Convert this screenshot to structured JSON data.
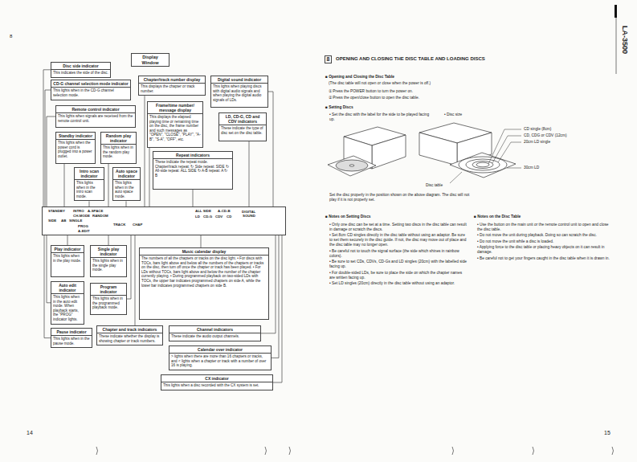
{
  "diagram": {
    "title": "OPENING AND CLOSING THE DISC TABLE AND LOADING DISCS",
    "nodes": [
      {
        "text": [
          "Display Window"
        ]
      },
      {
        "text": [
          "Disc side indicator",
          "This indicates the side of the disc."
        ]
      },
      {
        "text": [
          "CD-G channel selection mode indicator",
          "This lights when in the CD-G channel selection mode."
        ]
      },
      {
        "text": [
          "Chapter/track number display",
          "This displays the chapter or track number."
        ]
      },
      {
        "text": [
          "Digital sound indicator",
          "This lights when playing discs with digital audio signals and when playing the digital audio signals of LDs."
        ]
      },
      {
        "text": [
          "Remote control indicator",
          "This lights when signals are received from the remote control unit."
        ]
      },
      {
        "text": [
          "Frame/time number/ message display",
          "This displays the elapsed playing time or remaining time on the disc, the frame number and such messages as \"OPEN\", \"CLOSE\", \"PLAY\", \"A-B\", \"S-A\", \"OFF\", etc."
        ]
      },
      {
        "text": [
          "LD, CD-G, CD and CDV indicators",
          "These indicate the type of disc set on the disc table."
        ]
      },
      {
        "text": [
          "Standby indicator",
          "This lights when the power cord is plugged into a power outlet."
        ]
      },
      {
        "text": [
          "Random play indicator",
          "This lights when in the random play mode."
        ]
      },
      {
        "text": [
          "Repeat indicators",
          "These indicate the repeat mode. Chapter/track repeat: ↻ Side repeat: SIDE ↻ All-side repeat: ALL SIDE ↻ A-B repeat: A ↻ B"
        ]
      },
      {
        "text": [
          "Intro scan indicator",
          "This lights when in the intro scan mode."
        ]
      },
      {
        "text": [
          "Auto space indicator",
          "This lights when in the auto space mode."
        ]
      },
      {
        "text": [
          "STANDBY",
          "INTRO",
          "A-SPACE",
          "CH-MODE",
          "RANDOM",
          "SIDE",
          "AB",
          "SINGLE",
          "TRACK",
          "CHAP",
          "PROG",
          "A-EDIT",
          "ALL SIDE",
          "A-CD-B",
          "LD",
          "CD-G",
          "CDV",
          "CD",
          "DIGITAL",
          "SOUND"
        ]
      },
      {
        "text": [
          "Play indicator",
          "This lights when in the play mode."
        ]
      },
      {
        "text": [
          "Single play indicator",
          "This lights when in the single play mode."
        ]
      },
      {
        "text": [
          "Music calendar display",
          "The numbers of all the chapters or tracks on the disc light. • For discs with TOCs, bars light above and below all the numbers of the chapters or tracks on the disc, then turn off once the chapter or track has been played. • For LDs without TOCs, bars light above and below the number of the chapter currently playing. • During programmed playback on two-sided LDs with TOCs, the upper bar indicates programmed chapters on side A, while the lower bar indicates programmed chapters on side B."
        ]
      },
      {
        "text": [
          "Auto edit indicator",
          "This lights when in the auto edit mode. When playback starts, the \"PROG\" indicator lights."
        ]
      },
      {
        "text": [
          "Program indicator",
          "This lights when in the programmed playback mode."
        ]
      },
      {
        "text": [
          "Pause indicator",
          "This lights when in the pause mode."
        ]
      },
      {
        "text": [
          "Chapter and track indicators",
          "These indicate whether the display is showing chapter or track numbers."
        ]
      },
      {
        "text": [
          "Channel indicators",
          "These indicate the audio output channels."
        ]
      },
      {
        "text": [
          "Calendar over indicator",
          "> lights when there are more than 16 chapters or tracks, and < lights when a chapter or track with a number of over 16 is playing."
        ]
      },
      {
        "text": [
          "CX indicator",
          "This lights when a disc recorded with the CX system is set."
        ]
      },
      {
        "text": [
          "8"
        ]
      }
    ],
    "edges": [
      {
        "from": 1,
        "to": 13,
        "arrow": "none"
      },
      {
        "from": 2,
        "to": 13,
        "arrow": "none"
      },
      {
        "from": 3,
        "to": 13,
        "arrow": "none"
      },
      {
        "from": 4,
        "to": 13,
        "arrow": "none"
      },
      {
        "from": 5,
        "to": 13,
        "arrow": "none"
      },
      {
        "from": 6,
        "to": 13,
        "arrow": "none"
      },
      {
        "from": 7,
        "to": 13,
        "arrow": "none"
      },
      {
        "from": 8,
        "to": 13,
        "arrow": "none"
      },
      {
        "from": 9,
        "to": 13,
        "arrow": "none"
      },
      {
        "from": 10,
        "to": 13,
        "arrow": "none"
      },
      {
        "from": 11,
        "to": 13,
        "arrow": "none"
      },
      {
        "from": 12,
        "to": 13,
        "arrow": "none"
      },
      {
        "from": 14,
        "to": 13,
        "arrow": "none"
      },
      {
        "from": 15,
        "to": 13,
        "arrow": "none"
      },
      {
        "from": 16,
        "to": 13,
        "arrow": "none"
      },
      {
        "from": 17,
        "to": 13,
        "arrow": "none"
      },
      {
        "from": 18,
        "to": 13,
        "arrow": "none"
      },
      {
        "from": 19,
        "to": 13,
        "arrow": "none"
      },
      {
        "from": 20,
        "to": 13,
        "arrow": "none"
      },
      {
        "from": 21,
        "to": 13,
        "arrow": "none"
      },
      {
        "from": 22,
        "to": 13,
        "arrow": "none"
      },
      {
        "from": 23,
        "to": 13,
        "arrow": "none"
      }
    ],
    "labels": [
      "8",
      "14",
      "■ Opening and Closing the Disc Table",
      "(The disc table will not open or close when the power is off.)",
      "① Press the POWER button to turn the power on.",
      "② Press the open/close button to open the disc table.",
      "■ Setting Discs",
      "• Set the disc with the label for the side to be played facing up.",
      "• Disc size",
      "CD single (8cm)",
      "CD, CDG or CDV (12cm)",
      "20cm LD single",
      "30cm LD",
      "Disc table",
      "Set the disc properly in the position shown on the above diagram. The disc will not play if it is not properly set.",
      "■ Notes on Setting Discs",
      "• Only one disc can be set at a time. Setting two discs in the disc table can result in damage or scratch the discs.",
      "• Set 8cm CD singles directly in the disc table without using an adaptor. Be sure to set them securely in the disc guide. If not, the disc may move out of place and the disc table may no longer open.",
      "• Be careful not to touch the signal surface (the side which shines in rainbow colors).",
      "• Be sure to set CDs, CDVs, CD-Gs and LD singles (20cm) with the labelled side facing up.",
      "• For double-sided LDs, be sure to place the side on which the chapter names are written facing up.",
      "• Set LD singles (20cm) directly in the disc table without using an adaptor.",
      "■ Notes on the Disc Table",
      "• Use the button on the main unit or the remote control unit to open and close the disc table.",
      "• Do not move the unit during playback. Doing so can scratch the disc.",
      "• Do not move the unit while a disc is loaded.",
      "• Applying force to the disc table or placing heavy objects on it can result in damage.",
      "• Be careful not to get your fingers caught in the disc table when it is drawn in.",
      "15",
      "LA-3500"
    ]
  }
}
